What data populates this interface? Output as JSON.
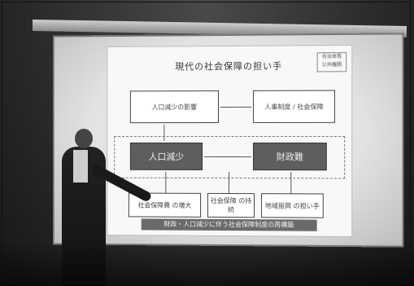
{
  "slide": {
    "title": "現代の社会保障の担い手",
    "corner_note": [
      "自治体等",
      "公共機関"
    ],
    "boxes": {
      "top_left": "人口減少の影響",
      "top_right": "人事制度 / 社会保障",
      "mid_left": "人口減少",
      "mid_right": "財政難",
      "bottom_1": "社会保障費 の増大",
      "bottom_2": "社会保障 の持続",
      "bottom_3": "地域振興 の担い手"
    },
    "caption": "財政・人口減少に伴う社会保障制度の再構築"
  }
}
